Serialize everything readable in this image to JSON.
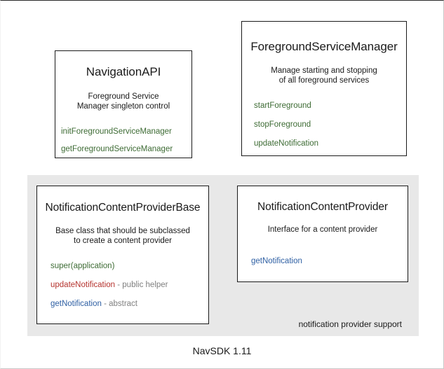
{
  "diagram": {
    "footer_version": "NavSDK 1.11",
    "panel": {
      "label": "notification provider support",
      "background": "#e8e8e8"
    },
    "colors": {
      "green": "#3d6b34",
      "red": "#b5332e",
      "blue": "#2e5fa3",
      "gray": "#808080",
      "text": "#1a1a1a",
      "border": "#1a1a1a"
    },
    "boxes": [
      {
        "id": "navigation-api",
        "title": "NavigationAPI",
        "description_line1": "Foreground Service",
        "description_line2": "Manager singleton control",
        "members": [
          {
            "name": "initForegroundServiceManager",
            "color": "green",
            "suffix": ""
          },
          {
            "name": "getForegroundServiceManager",
            "color": "green",
            "suffix": ""
          }
        ]
      },
      {
        "id": "foreground-service-manager",
        "title": "ForegroundServiceManager",
        "description_line1": "Manage starting and stopping",
        "description_line2": "of all foreground services",
        "members": [
          {
            "name": "startForeground",
            "color": "green",
            "suffix": ""
          },
          {
            "name": "stopForeground",
            "color": "green",
            "suffix": ""
          },
          {
            "name": "updateNotification",
            "color": "green",
            "suffix": ""
          }
        ]
      },
      {
        "id": "notification-content-provider-base",
        "title": "NotificationContentProviderBase",
        "description_line1": "Base class that should be subclassed",
        "description_line2": "to create a content provider",
        "members": [
          {
            "name": "super(application)",
            "color": "green",
            "suffix": ""
          },
          {
            "name": "updateNotification",
            "color": "red",
            "suffix": " - public helper"
          },
          {
            "name": "getNotification",
            "color": "blue",
            "suffix": " - abstract"
          }
        ]
      },
      {
        "id": "notification-content-provider",
        "title": "NotificationContentProvider",
        "description_line1": "Interface for a content provider",
        "description_line2": "",
        "members": [
          {
            "name": "getNotification",
            "color": "blue",
            "suffix": ""
          }
        ]
      }
    ]
  }
}
